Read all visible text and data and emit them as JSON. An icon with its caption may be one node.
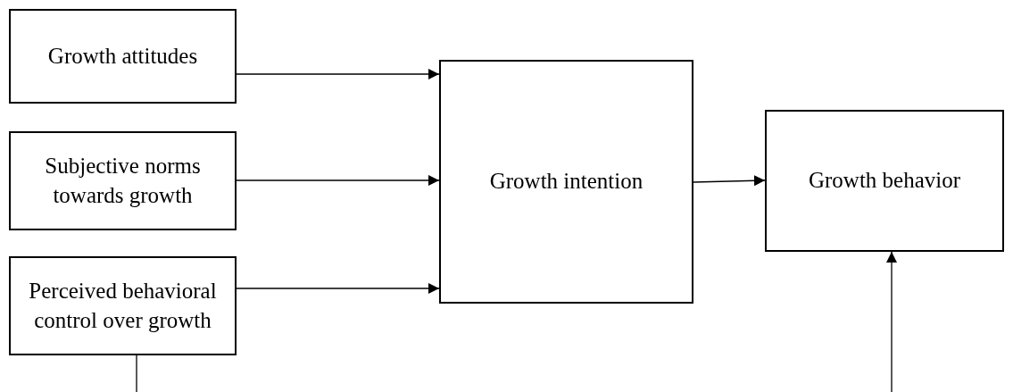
{
  "diagram": {
    "nodes": [
      {
        "text": [
          "Growth attitudes"
        ]
      },
      {
        "text": [
          "Subjective norms towards growth"
        ]
      },
      {
        "text": [
          "Perceived behavioral control over growth"
        ]
      },
      {
        "text": [
          "Growth intention"
        ]
      },
      {
        "text": [
          "Growth behavior"
        ]
      }
    ],
    "edges": [
      {
        "from": 0,
        "to": 3,
        "arrow": "to"
      },
      {
        "from": 1,
        "to": 3,
        "arrow": "to"
      },
      {
        "from": 2,
        "to": 3,
        "arrow": "to"
      },
      {
        "from": 3,
        "to": 4,
        "arrow": "to"
      },
      {
        "from": 2,
        "to": null,
        "arrow": "none"
      },
      {
        "from": null,
        "to": 4,
        "arrow": "to"
      }
    ]
  }
}
